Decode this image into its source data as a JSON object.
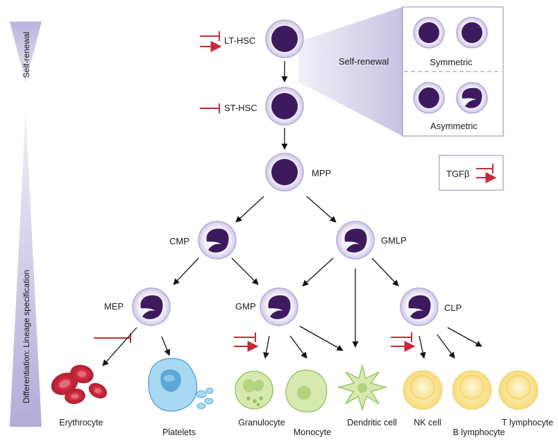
{
  "side_labels": {
    "self_renewal": "Self-renewal",
    "differentiation": "Differentiation: Lineage specification"
  },
  "stem_cells": {
    "lt_hsc": "LT-HSC",
    "st_hsc": "ST-HSC",
    "mpp": "MPP"
  },
  "inset": {
    "title": "Self-renewal",
    "symmetric": "Symmetric",
    "asymmetric": "Asymmetric"
  },
  "legend": {
    "label": "TGFβ"
  },
  "progenitors": {
    "cmp": "CMP",
    "gmlp": "GMLP",
    "mep": "MEP",
    "gmp": "GMP",
    "clp": "CLP"
  },
  "mature_cells": {
    "erythrocyte": "Erythrocyte",
    "platelets": "Platelets",
    "granulocyte": "Granulocyte",
    "monocyte": "Monocyte",
    "dendritic": "Dendritic cell",
    "nk": "NK cell",
    "b_lymphocyte": "B lymphocyte",
    "t_lymphocyte": "T lymphocyte"
  },
  "colors": {
    "nucleus": "#3d1a5e",
    "cell_ring": "#cdc4e4",
    "inhibit_red": "#c8283a",
    "erythrocyte": "#c8283a",
    "platelet": "#7ec3e8",
    "granulocyte": "#c5df9a",
    "lymphocyte": "#fbe7a0"
  }
}
